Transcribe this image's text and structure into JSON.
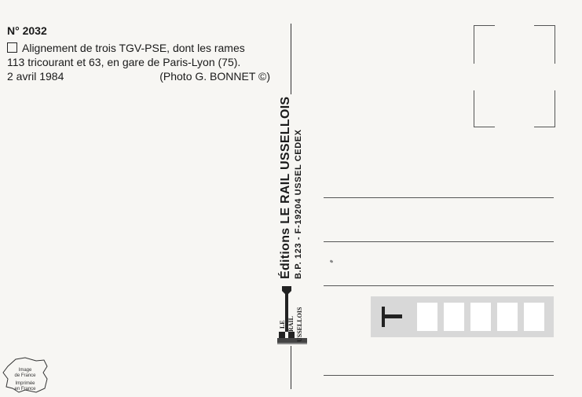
{
  "card": {
    "number": "N° 2032",
    "caption_line1": "Alignement de trois TGV-PSE, dont les rames",
    "caption_line2": "113 tricourant et 63, en gare de Paris-Lyon (75).",
    "date": "2 avril 1984",
    "credit": "(Photo G. BONNET ©)"
  },
  "publisher": {
    "name": "Éditions LE RAIL USSELLOIS",
    "address": "B.P. 123 - F-19204 USSEL CEDEX"
  },
  "logo": {
    "line1": "LE",
    "line2": "RAIL",
    "line3": "USSELLOIS"
  },
  "badge": {
    "line1": "Image",
    "line2": "de France",
    "line3": "Imprimée",
    "line4": "en France"
  },
  "postcode": {
    "letter": "T",
    "box_count": 5
  },
  "colors": {
    "paper": "#f7f6f3",
    "ink": "#1a1a1a",
    "postcode_band": "#d8d8d8"
  }
}
